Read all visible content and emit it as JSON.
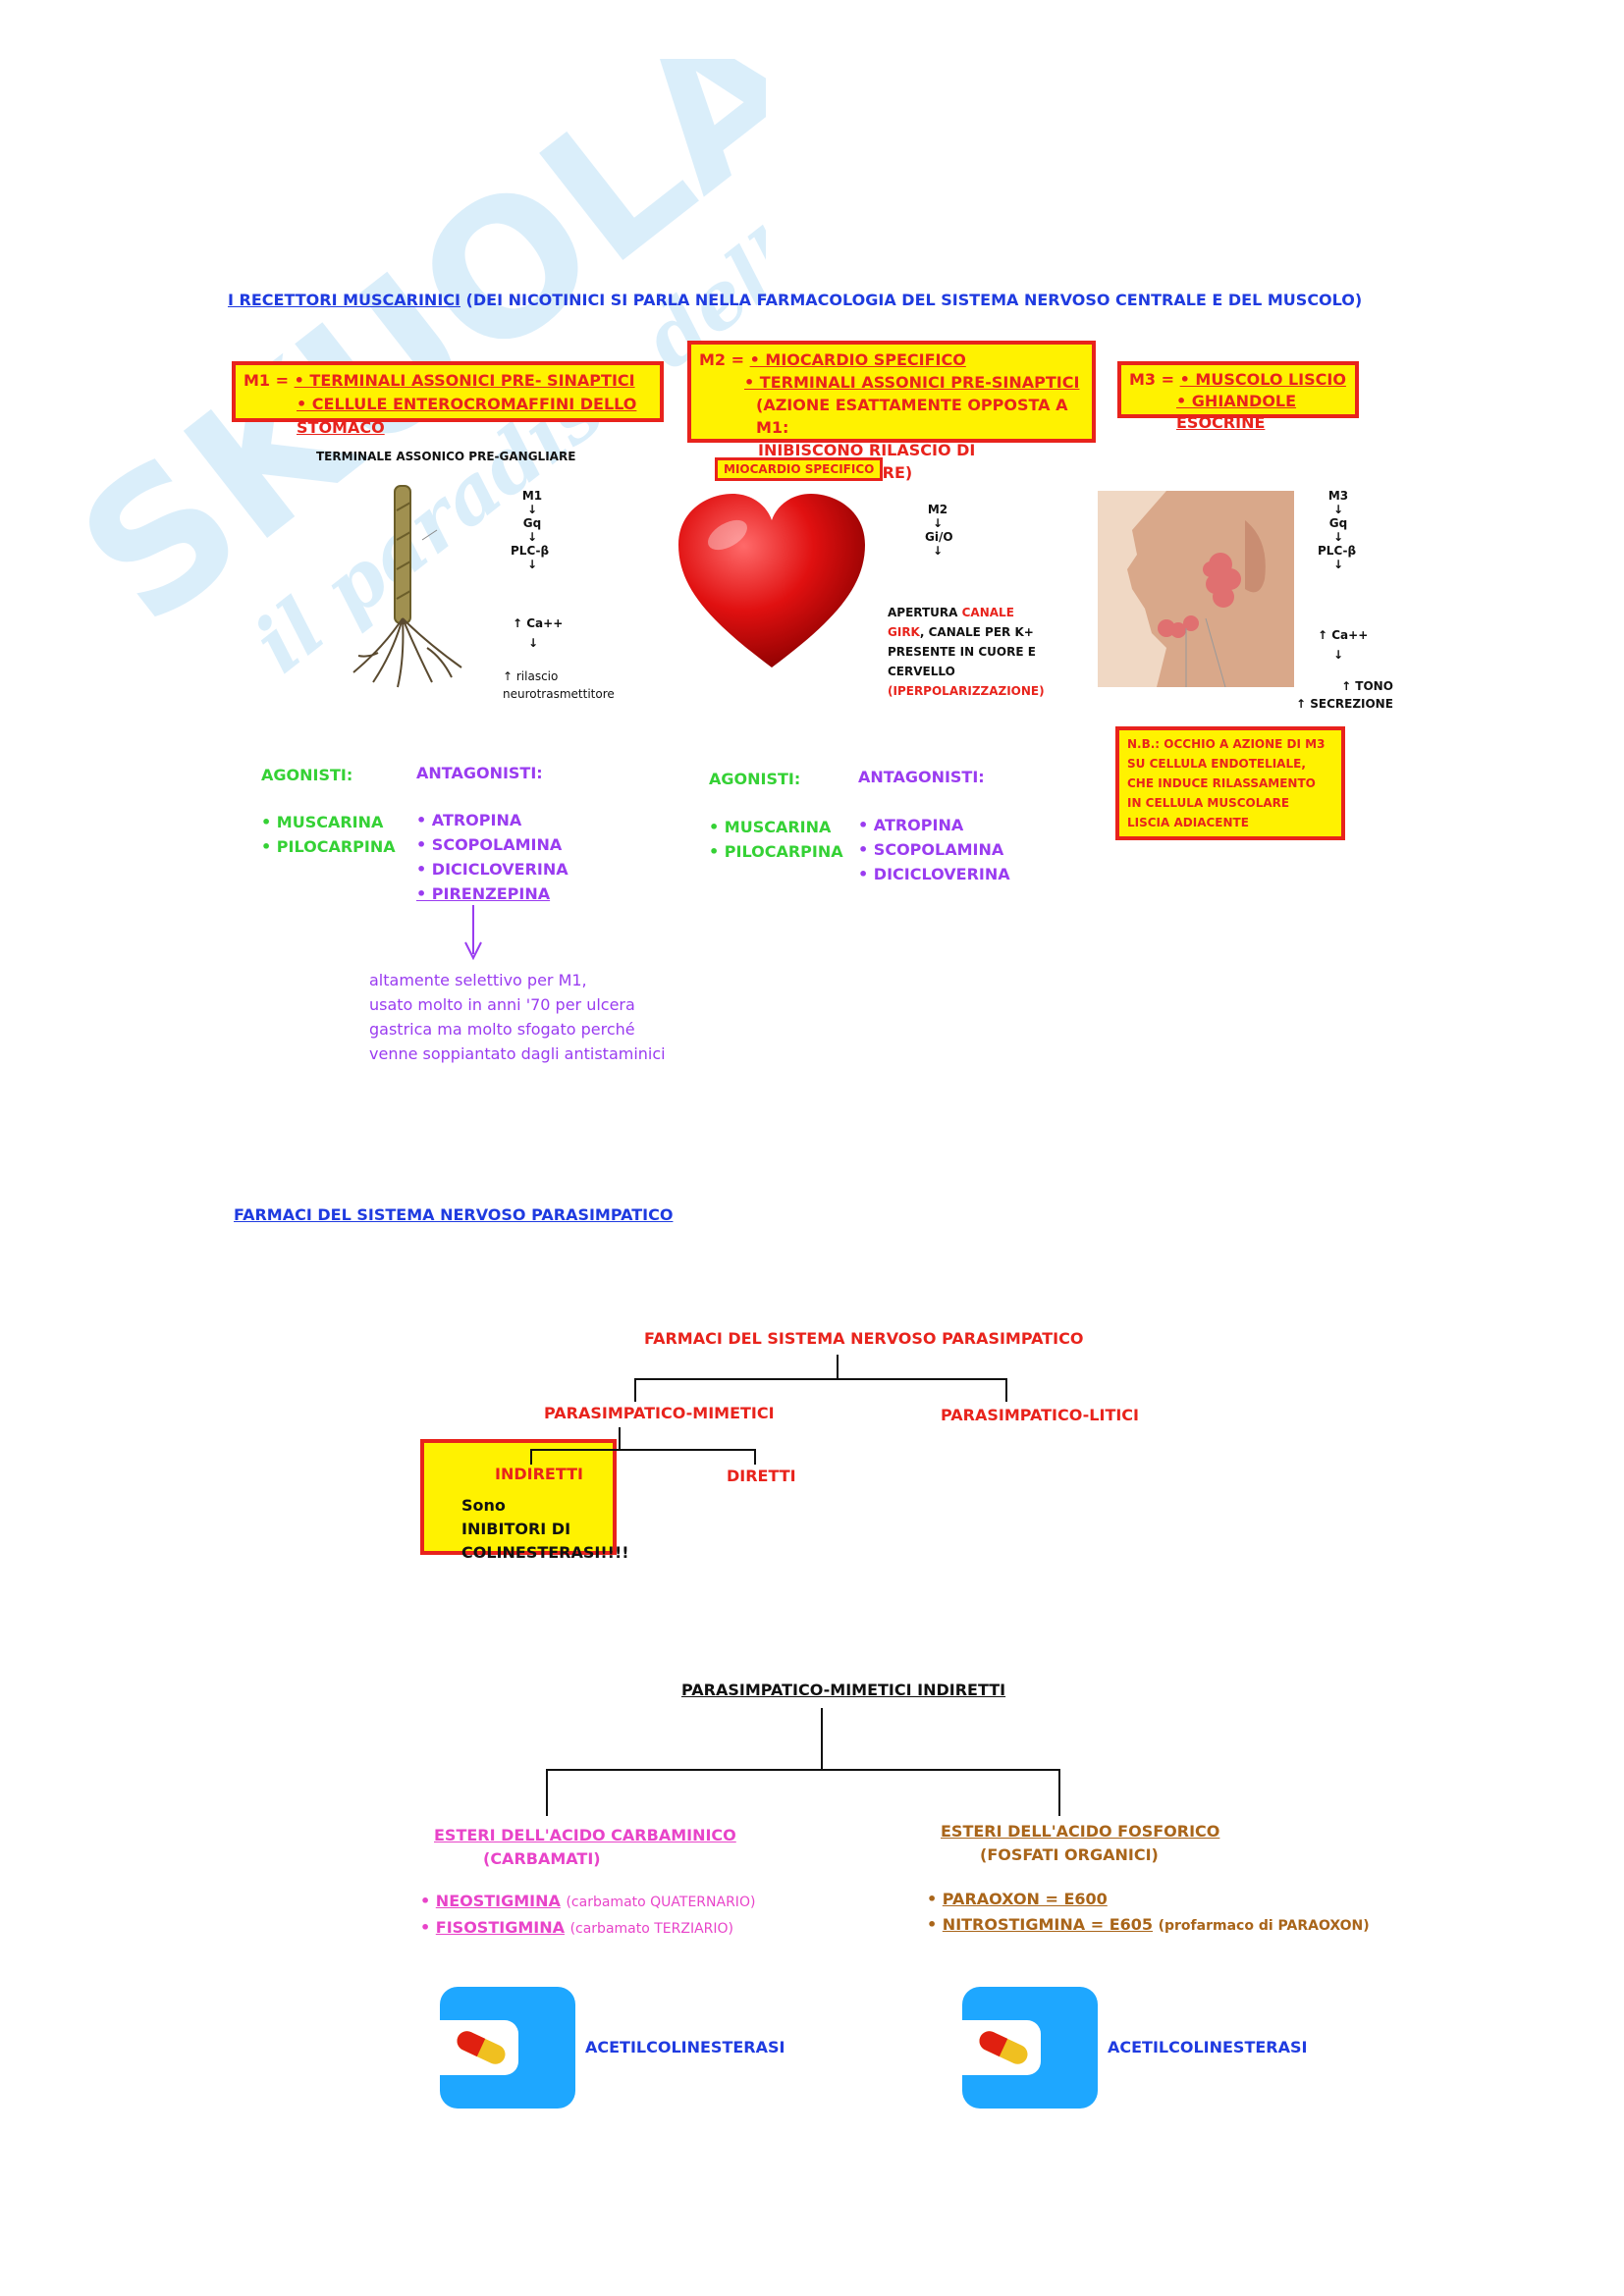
{
  "section1": {
    "title": "I RECETTORI MUSCARINICI",
    "title_note": "(DEI NICOTINICI SI PARLA NELLA FARMACOLOGIA DEL SISTEMA NERVOSO CENTRALE E DEL MUSCOLO)",
    "m1_box": {
      "label": "M1 = ",
      "item1": "• TERMINALI ASSONICI PRE- SINAPTICI",
      "item2": "• CELLULE ENTEROCROMAFFINI DELLO STOMACO"
    },
    "m2_box": {
      "label": "M2 = ",
      "item1": "• MIOCARDIO SPECIFICO",
      "item2": "• TERMINALI ASSONICI PRE-SINAPTICI",
      "item3": "(AZIONE ESATTAMENTE OPPOSTA A M1:",
      "item4": "INIBISCONO RILASCIO DI TRASMETTITORE)"
    },
    "m3_box": {
      "label": "M3 = ",
      "item1": "• MUSCOLO LISCIO",
      "item2": "• GHIANDOLE ESOCRINE"
    },
    "m1_panel": {
      "caption": "TERMINALE ASSONICO PRE-GANGLIARE",
      "pathway": [
        "M1",
        "Gq",
        "PLC-β",
        "↑ Ca++",
        "↑ rilascio\nneurotrasmettitore"
      ]
    },
    "m2_panel": {
      "caption": "MIOCARDIO SPECIFICO",
      "pathway": [
        "M2",
        "Gi/O"
      ],
      "desc1": "APERTURA",
      "desc1_red": "CANALE",
      "desc2_red": "GIRK",
      "desc2": ", CANALE PER K+",
      "desc3": "PRESENTE IN CUORE E",
      "desc4": "CERVELLO",
      "desc5": "(IPERPOLARIZZAZIONE)"
    },
    "m3_panel": {
      "pathway": [
        "M3",
        "Gq",
        "PLC-β",
        "↑ Ca++",
        "↑ TONO\n↑ SECREZIONE"
      ],
      "note": "N.B.: OCCHIO A AZIONE DI M3 SU CELLULA ENDOTELIALE, CHE INDUCE RILASSAMENTO IN CELLULA MUSCOLARE LISCIA ADIACENTE"
    },
    "m1_drugs": {
      "agonists_title": "AGONISTI:",
      "agonists": [
        "• MUSCARINA",
        "• PILOCARPINA"
      ],
      "antagonists_title": "ANTAGONISTI:",
      "antagonists": [
        "• ATROPINA",
        "• SCOPOLAMINA",
        "• DICICLOVERINA",
        "• PIRENZEPINA"
      ],
      "pirenzepina_note": [
        "altamente selettivo per M1,",
        "usato molto in anni '70 per ulcera",
        "gastrica ma molto sfogato perché",
        "venne soppiantato dagli antistaminici"
      ]
    },
    "m2_drugs": {
      "agonists_title": "AGONISTI:",
      "agonists": [
        "• MUSCARINA",
        "• PILOCARPINA"
      ],
      "antagonists_title": "ANTAGONISTI:",
      "antagonists": [
        "• ATROPINA",
        "• SCOPOLAMINA",
        "• DICICLOVERINA"
      ]
    }
  },
  "section2": {
    "title": "FARMACI DEL SISTEMA NERVOSO PARASIMPATICO",
    "tree_root": "FARMACI DEL SISTEMA NERVOSO PARASIMPATICO",
    "mimetici": "PARASIMPATICO-MIMETICI",
    "litici": "PARASIMPATICO-LITICI",
    "indiretti": "INDIRETTI",
    "indiretti_note": "Sono INIBITORI DI COLINESTERASI!!!!",
    "diretti": "DIRETTI"
  },
  "section3": {
    "title": "PARASIMPATICO-MIMETICI INDIRETTI",
    "left_title": "ESTERI DELL'ACIDO CARBAMINICO",
    "left_sub": "(CARBAMATI)",
    "left_items": [
      {
        "name": "NEOSTIGMINA",
        "note": "(carbamato QUATERNARIO)"
      },
      {
        "name": "FISOSTIGMINA",
        "note": "(carbamato TERZIARIO)"
      }
    ],
    "right_title": "ESTERI DELL'ACIDO FOSFORICO",
    "right_sub": "(FOSFATI ORGANICI)",
    "right_items": [
      {
        "name": "PARAOXON = E600",
        "note": ""
      },
      {
        "name": "NITROSTIGMINA = E605",
        "note": "(profarmaco di PARAOXON)"
      }
    ],
    "enzyme_left": "ACETILCOLINESTERASI",
    "enzyme_right": "ACETILCOLINESTERASI"
  },
  "colors": {
    "red": "#e8231c",
    "yellow": "#fff200",
    "blue": "#1f3be0",
    "green": "#35d135",
    "purple": "#9a3cf0",
    "magenta": "#e844c9",
    "brown": "#a9651a",
    "icon_blue": "#1ea7ff"
  },
  "icons": [
    "watermark-logo",
    "nerve-terminal-illustration",
    "heart-illustration",
    "face-glands-illustration",
    "pill-icon"
  ]
}
